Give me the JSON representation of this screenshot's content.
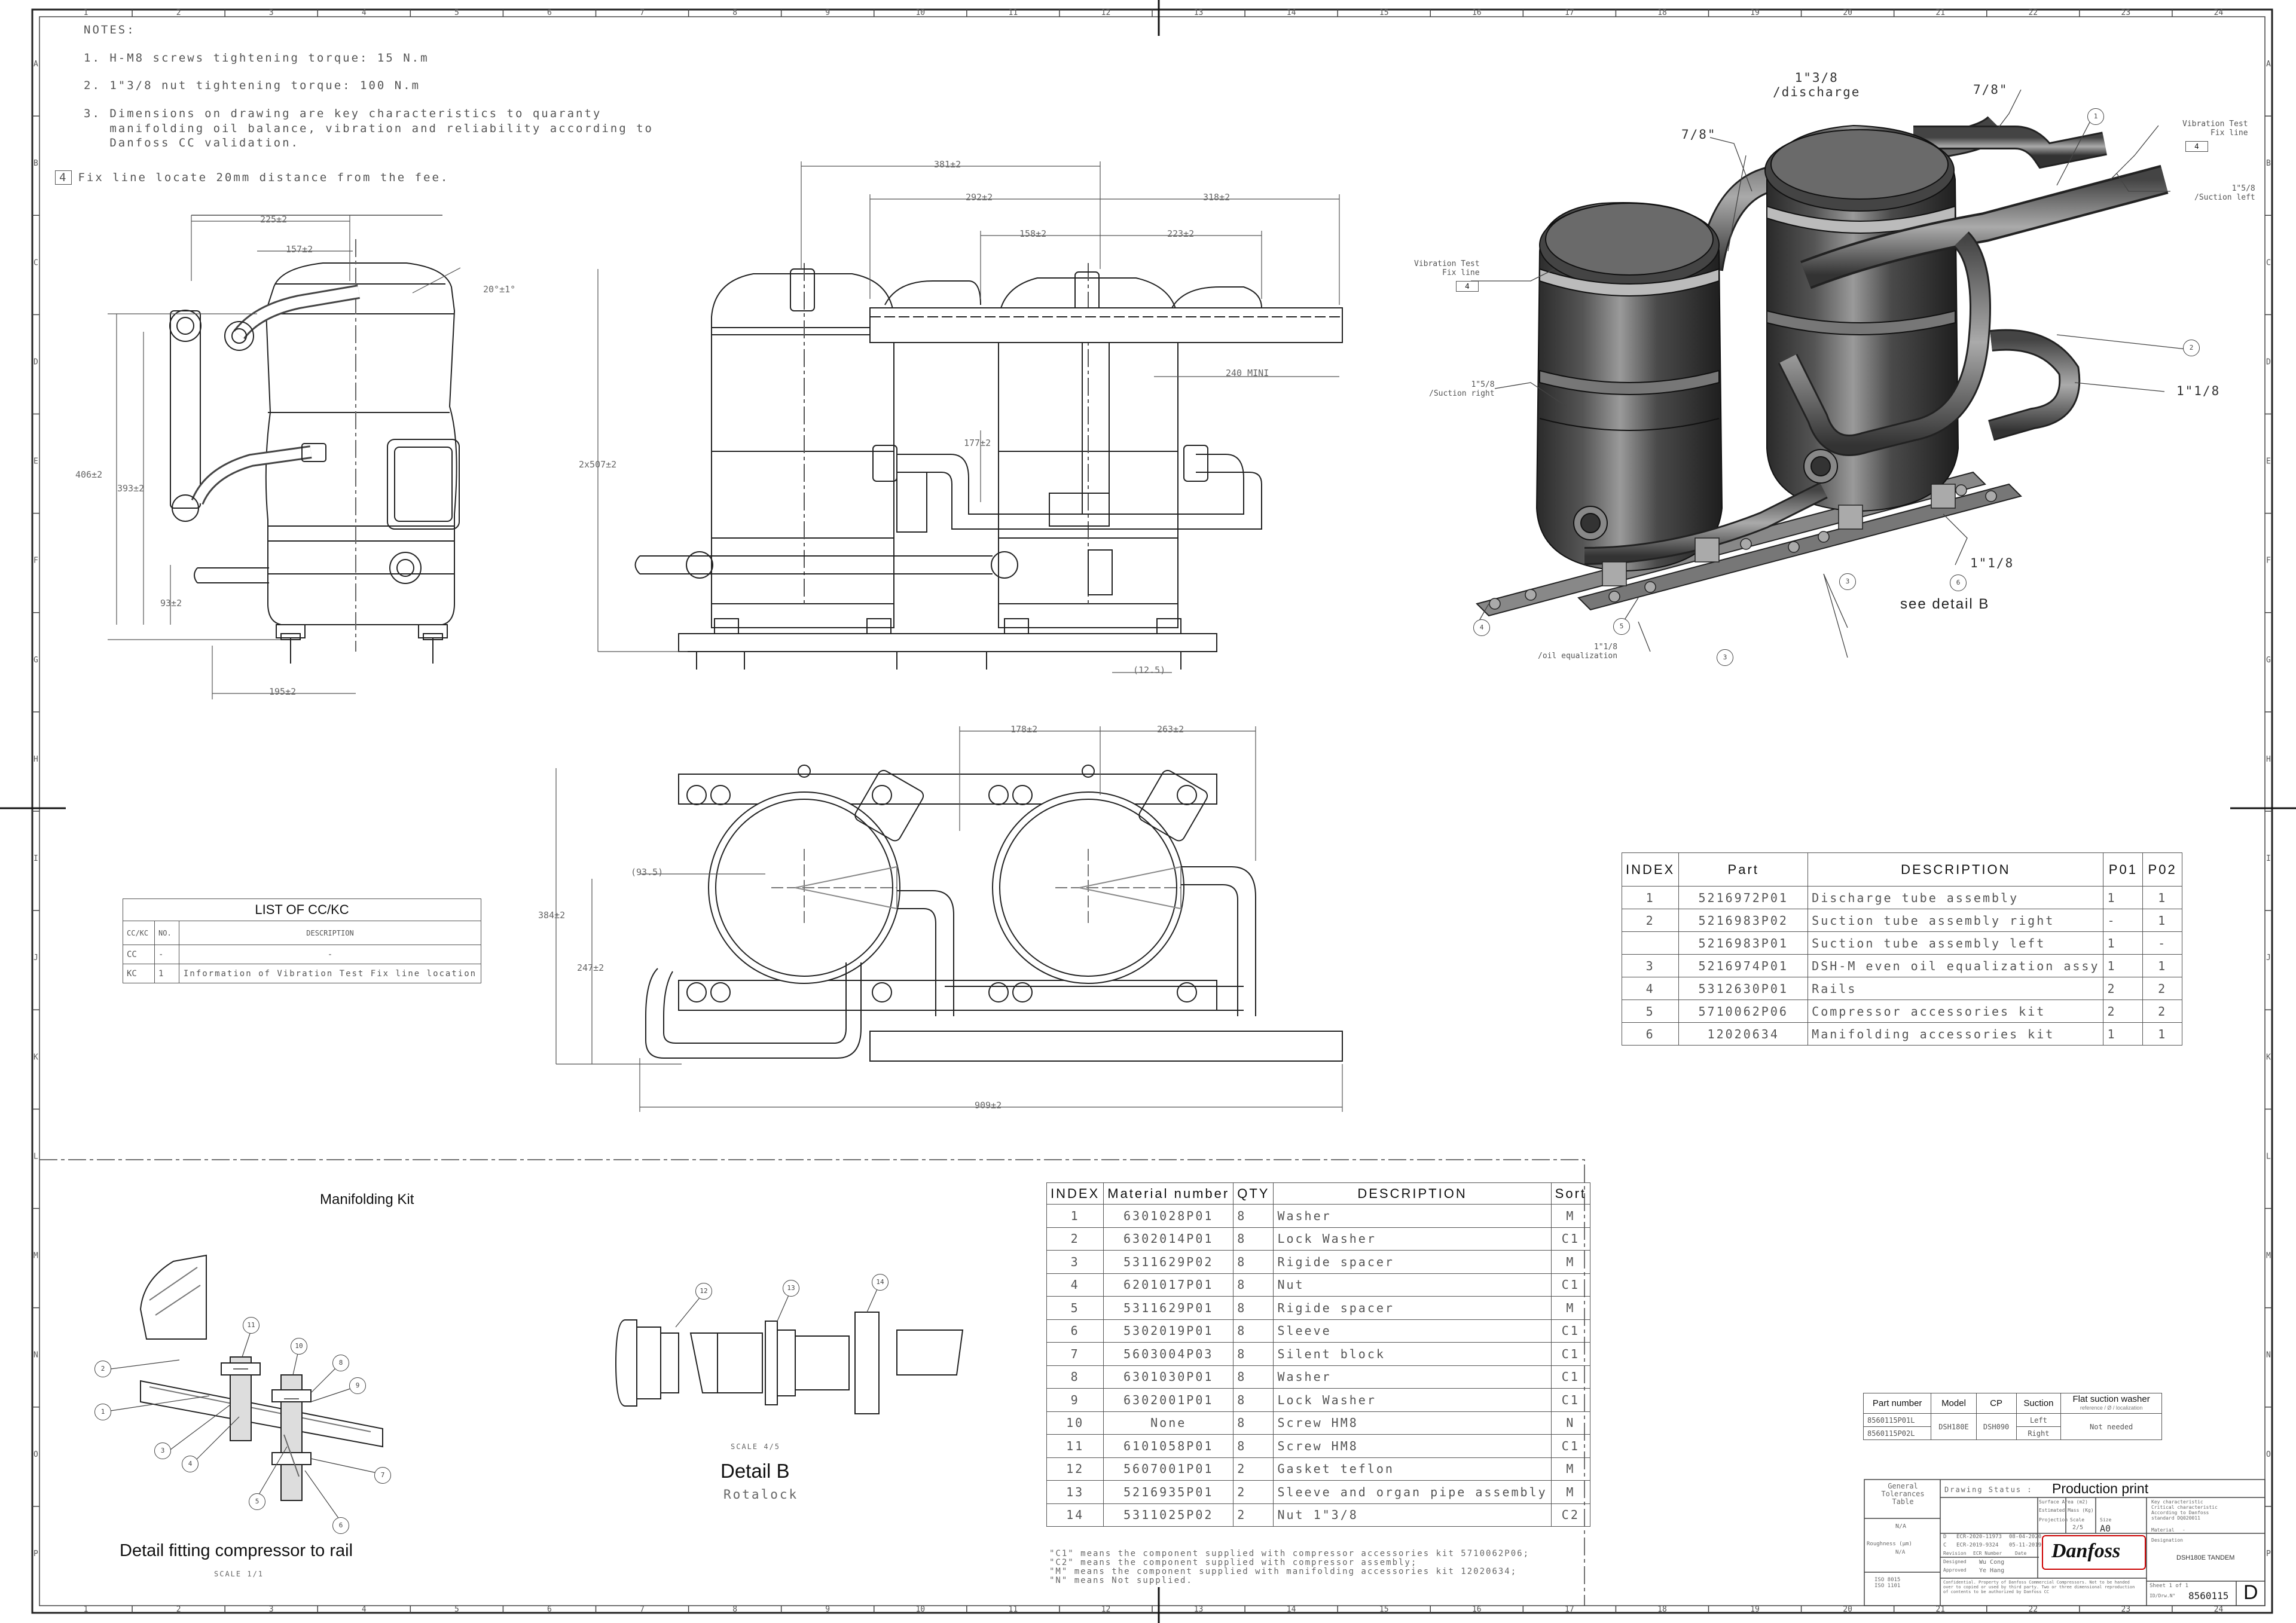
{
  "notes": {
    "title": "NOTES:",
    "items": [
      "1. H-M8 screws tightening torque: 15 N.m",
      "2. 1\"3/8 nut tightening torque: 100 N.m",
      "3. Dimensions on drawing are key characteristics to quaranty\n   manifolding oil balance, vibration and reliability according to\n   Danfoss CC validation.",
      "Fix line locate 20mm distance from the fee."
    ],
    "fix_line_symbol": "4"
  },
  "border": {
    "top_columns": [
      "1",
      "2",
      "3",
      "4",
      "5",
      "6",
      "7",
      "8",
      "9",
      "10",
      "11",
      "12",
      "13",
      "14",
      "15",
      "16",
      "17",
      "18",
      "19",
      "20",
      "21",
      "22",
      "23",
      "24"
    ],
    "side_rows": [
      "A",
      "B",
      "C",
      "D",
      "E",
      "F",
      "G",
      "H",
      "I",
      "J",
      "K",
      "L",
      "M",
      "N",
      "O",
      "P"
    ]
  },
  "dimensions": {
    "side": [
      "225±2",
      "157±2",
      "20°±1°",
      "406±2",
      "393±2",
      "93±2",
      "195±2"
    ],
    "front": [
      "381±2",
      "292±2",
      "318±2",
      "158±2",
      "223±2",
      "240 MINI",
      "2x507±2",
      "177±2",
      "(12.5)"
    ],
    "top": [
      "178±2",
      "263±2",
      "(93.5)",
      "384±2",
      "247±2",
      "909±2"
    ]
  },
  "callouts_3d": {
    "discharge": "1\"3/8\n/discharge",
    "top_7_8": "7/8\"",
    "left_7_8": "7/8\"",
    "vibration_right": "Vibration Test\nFix line",
    "vibration_left": "Vibration Test\nFix line",
    "suction_left": "1\"5/8\n/Suction left",
    "suction_right": "1\"5/8\n/Suction right",
    "one_1_8_a": "1\"1/8",
    "one_1_8_b": "1\"1/8",
    "oil_eq": "1\"1/8\n/oil equalization",
    "see_detail": "see detail B",
    "balloons": [
      "1",
      "2",
      "3",
      "4",
      "5",
      "6",
      "3"
    ]
  },
  "cc_list": {
    "title": "LIST OF CC/KC",
    "headers": [
      "CC/KC",
      "NO.",
      "DESCRIPTION"
    ],
    "rows": [
      [
        "CC",
        "-",
        "-"
      ],
      [
        "KC",
        "1",
        "Information of Vibration Test Fix line location"
      ]
    ]
  },
  "parts_table": {
    "headers": [
      "INDEX",
      "Part",
      "DESCRIPTION",
      "P01",
      "P02"
    ],
    "rows": [
      [
        "1",
        "5216972P01",
        "Discharge tube assembly",
        "1",
        "1"
      ],
      [
        "2",
        "5216983P02",
        "Suction tube assembly right",
        "-",
        "1"
      ],
      [
        "",
        "5216983P01",
        "Suction tube assembly left",
        "1",
        "-"
      ],
      [
        "3",
        "5216974P01",
        "DSH-M even oil equalization assy",
        "1",
        "1"
      ],
      [
        "4",
        "5312630P01",
        "Rails",
        "2",
        "2"
      ],
      [
        "5",
        "5710062P06",
        "Compressor accessories kit",
        "2",
        "2"
      ],
      [
        "6",
        "12020634",
        "Manifolding accessories kit",
        "1",
        "1"
      ]
    ]
  },
  "kit": {
    "title": "Manifolding Kit",
    "detail_fit_caption": "Detail fitting compressor to rail",
    "detail_fit_scale": "SCALE 1/1",
    "detail_b_scale": "SCALE 4/5",
    "detail_b_title": "Detail B",
    "detail_b_sub": "Rotalock",
    "fit_balloons": [
      "11",
      "10",
      "2",
      "1",
      "8",
      "9",
      "3",
      "4",
      "5",
      "6",
      "7"
    ],
    "b_balloons": [
      "12",
      "13",
      "14"
    ]
  },
  "material_table": {
    "headers": [
      "INDEX",
      "Material number",
      "QTY",
      "DESCRIPTION",
      "Sort"
    ],
    "rows": [
      [
        "1",
        "6301028P01",
        "8",
        "Washer",
        "M"
      ],
      [
        "2",
        "6302014P01",
        "8",
        "Lock Washer",
        "C1"
      ],
      [
        "3",
        "5311629P02",
        "8",
        "Rigide spacer",
        "M"
      ],
      [
        "4",
        "6201017P01",
        "8",
        "Nut",
        "C1"
      ],
      [
        "5",
        "5311629P01",
        "8",
        "Rigide spacer",
        "M"
      ],
      [
        "6",
        "5302019P01",
        "8",
        "Sleeve",
        "C1"
      ],
      [
        "7",
        "5603004P03",
        "8",
        "Silent block",
        "C1"
      ],
      [
        "8",
        "6301030P01",
        "8",
        "Washer",
        "C1"
      ],
      [
        "9",
        "6302001P01",
        "8",
        "Lock Washer",
        "C1"
      ],
      [
        "10",
        "None",
        "8",
        "Screw HM8",
        "N"
      ],
      [
        "11",
        "6101058P01",
        "8",
        "Screw HM8",
        "C1"
      ],
      [
        "12",
        "5607001P01",
        "2",
        "Gasket teflon",
        "M"
      ],
      [
        "13",
        "5216935P01",
        "2",
        "Sleeve and organ pipe assembly",
        "M"
      ],
      [
        "14",
        "5311025P02",
        "2",
        "Nut 1\"3/8",
        "C2"
      ]
    ],
    "footnotes": [
      "\"C1\" means the component supplied with compressor accessories kit 5710062P06;",
      "\"C2\" means the component supplied with compressor assembly;",
      "\"M\" means the component supplied with manifolding accessories kit 12020634;",
      "\"N\" means Not supplied."
    ]
  },
  "model_table": {
    "headers": [
      "Part number",
      "Model",
      "CP",
      "Suction",
      "Flat suction washer"
    ],
    "sub_header": "reference / Ø / localization",
    "rows": [
      [
        "8560115P01L",
        "DSH180E",
        "DSH090",
        "Left",
        "Not needed"
      ],
      [
        "8560115P02L",
        "",
        "",
        "Right",
        ""
      ]
    ]
  },
  "title_block": {
    "status_label": "Drawing Status :",
    "status": "Production print",
    "general_tol": "General\nTolerances\nTable",
    "na": "N/A",
    "surface_label": "Surface Area (m2)",
    "mass_label": "Estimated Mass (Kg)",
    "projection_label": "Projection",
    "scale_label": "Scale",
    "scale": "2/5",
    "size_label": "Size",
    "size": "A0",
    "material_label": "Material",
    "material": "-",
    "designation_label": "Designation",
    "designation": "DSH180E TANDEM",
    "rev_d": "D",
    "eco_d": "ECR-2020-11973",
    "date_d": "08-04-2020",
    "rev_c": "C",
    "eco_c": "ECR-2019-9324",
    "date_c": "05-11-2019",
    "designed_label": "Designed",
    "designed": "Wu Cong",
    "approved_label": "Approved",
    "approved": "Ye Hang",
    "revision_label": "Revision",
    "ecr_label": "ECR Number",
    "date_label": "Date",
    "roughness": "Roughness (µm)",
    "iso": "ISO 8015\nISO 1101",
    "legend": "Key characteristic\nCritical characteristic\nAccording to Danfoss\nstandard DQ020011",
    "confidential": "Confidential. Property of Danfoss Commercial Compressors. Not to be handed\nover to copied or used by third party. Two or three dimensional reproduction\nof contents to be authorized by Danfoss CC",
    "logo": "Danfoss",
    "sheet": "Sheet 1 of 1",
    "id_label": "ID/Drw.N°",
    "drawing_no": "8560115",
    "rev_big": "D"
  }
}
